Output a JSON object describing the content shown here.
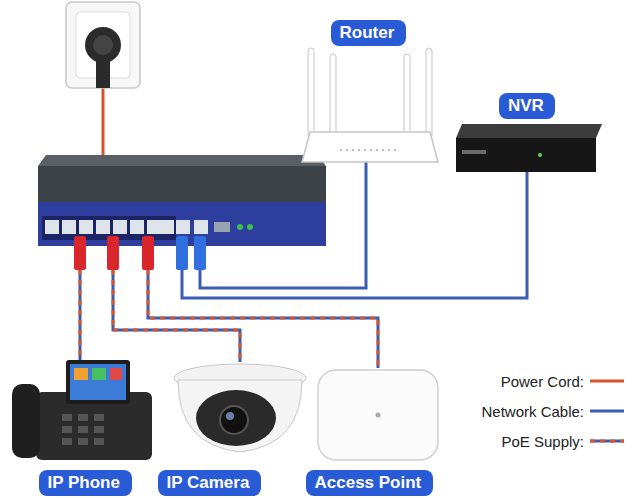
{
  "diagram": {
    "nodes": [
      {
        "text": [
          "Router"
        ]
      },
      {
        "text": [
          "NVR"
        ]
      },
      {
        "text": [
          "IP Phone"
        ]
      },
      {
        "text": [
          "IP Camera"
        ]
      },
      {
        "text": [
          "Access Point"
        ]
      }
    ],
    "legend": [
      {
        "text": "Power Cord:"
      },
      {
        "text": "Network Cable:"
      },
      {
        "text": "PoE Supply:"
      }
    ]
  }
}
